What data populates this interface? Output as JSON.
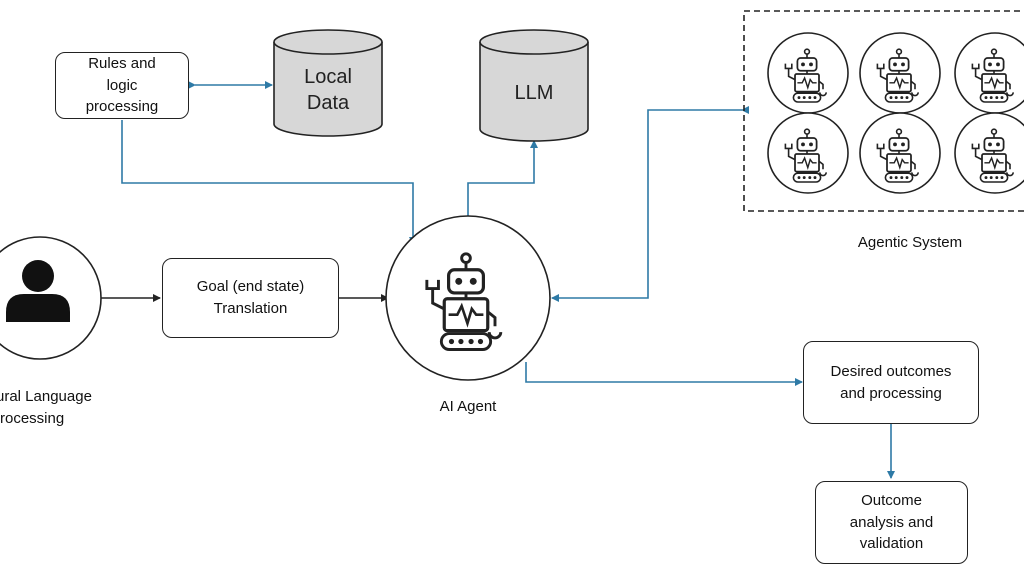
{
  "nodes": {
    "rules": {
      "line1": "Rules and",
      "line2": "logic",
      "line3": "processing"
    },
    "local_data": {
      "line1": "Local",
      "line2": "Data"
    },
    "llm": {
      "label": "LLM"
    },
    "goal": {
      "line1": "Goal (end state)",
      "line2": "Translation"
    },
    "nlp_label": {
      "line1": "ural Language",
      "line2": "Processing"
    },
    "agent_label": "AI Agent",
    "agentic_label": "Agentic System",
    "desired": {
      "line1": "Desired outcomes",
      "line2": "and processing"
    },
    "outcome": {
      "line1": "Outcome",
      "line2": "analysis and",
      "line3": "validation"
    }
  },
  "colors": {
    "arrow": "#2e7aa6",
    "stroke": "#222222",
    "cylinder_fill": "#d7d7d7",
    "person": "#111111"
  },
  "icons": [
    "person-icon",
    "robot-icon"
  ]
}
